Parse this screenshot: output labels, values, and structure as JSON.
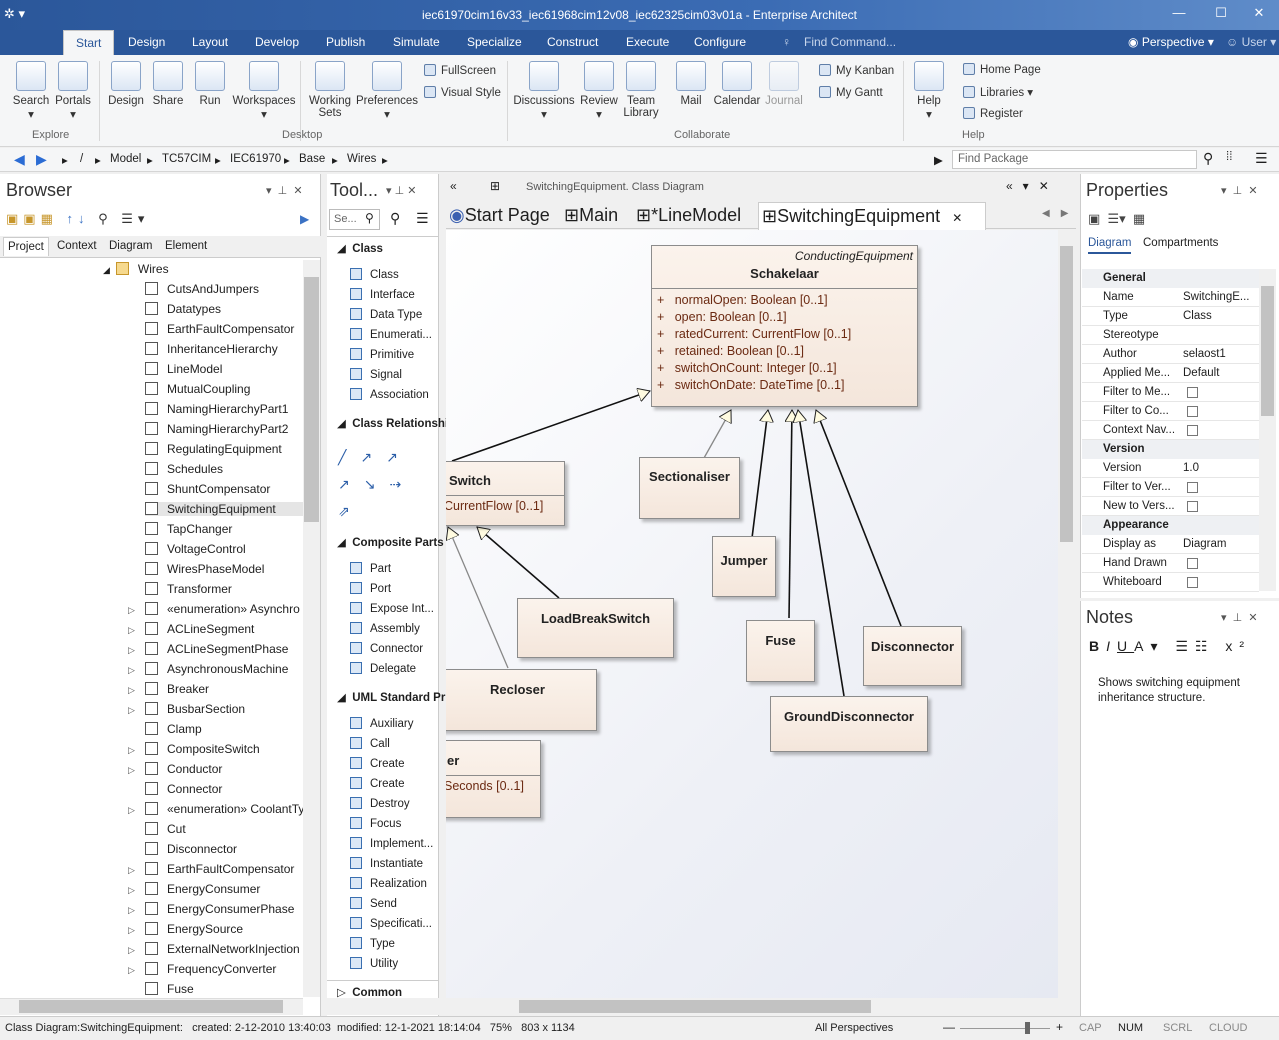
{
  "window": {
    "title": "iec61970cim16v33_iec61968cim12v08_iec62325cim03v01a - Enterprise Architect"
  },
  "ribbon": {
    "tabs": [
      "Start",
      "Design",
      "Layout",
      "Develop",
      "Publish",
      "Simulate",
      "Specialize",
      "Construct",
      "Execute",
      "Configure"
    ],
    "find_command": "Find Command...",
    "perspective": "Perspective",
    "user": "User",
    "buttons": {
      "search": "Search",
      "portals": "Portals",
      "design": "Design",
      "share": "Share",
      "run": "Run",
      "workspaces": "Workspaces",
      "working_sets": "Working Sets",
      "preferences": "Preferences",
      "fullscreen": "FullScreen",
      "visual_style": "Visual Style",
      "discussions": "Discussions",
      "review": "Review",
      "team_library": "Team Library",
      "mail": "Mail",
      "calendar": "Calendar",
      "journal": "Journal",
      "my_kanban": "My Kanban",
      "my_gantt": "My Gantt",
      "help": "Help",
      "home_page": "Home Page",
      "libraries": "Libraries",
      "register": "Register"
    },
    "groups": {
      "explore": "Explore",
      "desktop": "Desktop",
      "collaborate": "Collaborate",
      "help": "Help"
    }
  },
  "navbar": {
    "crumbs": [
      "/",
      "Model",
      "TC57CIM",
      "IEC61970",
      "Base",
      "Wires"
    ],
    "find_package": "Find Package"
  },
  "browser": {
    "title": "Browser",
    "tabs": [
      "Project",
      "Context",
      "Diagram",
      "Element"
    ],
    "folder": "Wires",
    "items": [
      "CutsAndJumpers",
      "Datatypes",
      "EarthFaultCompensator",
      "InheritanceHierarchy",
      "LineModel",
      "MutualCoupling",
      "NamingHierarchyPart1",
      "NamingHierarchyPart2",
      "RegulatingEquipment",
      "Schedules",
      "ShuntCompensator",
      "SwitchingEquipment",
      "TapChanger",
      "VoltageControl",
      "WiresPhaseModel",
      "Transformer",
      "«enumeration» Asynchro",
      "ACLineSegment",
      "ACLineSegmentPhase",
      "AsynchronousMachine",
      "Breaker",
      "BusbarSection",
      "Clamp",
      "CompositeSwitch",
      "Conductor",
      "Connector",
      "«enumeration» CoolantTy",
      "Cut",
      "Disconnector",
      "EarthFaultCompensator",
      "EnergyConsumer",
      "EnergyConsumerPhase",
      "EnergySource",
      "ExternalNetworkInjection",
      "FrequencyConverter",
      "Fuse"
    ]
  },
  "toolbox": {
    "title": "Tool...",
    "search_placeholder": "Se...",
    "sections": {
      "class": "Class",
      "class_rel": "Class Relationshi",
      "composite": "Composite Parts",
      "uml": "UML Standard Pr",
      "common": "Common"
    },
    "class_items": [
      "Class",
      "Interface",
      "Data Type",
      "Enumerati...",
      "Primitive",
      "Signal",
      "Association"
    ],
    "composite_items": [
      "Part",
      "Port",
      "Expose Int...",
      "Assembly",
      "Connector",
      "Delegate"
    ],
    "uml_items": [
      "Auxiliary",
      "Call",
      "Create",
      "Create",
      "Destroy",
      "Focus",
      "Implement...",
      "Instantiate",
      "Realization",
      "Send",
      "Specificati...",
      "Type",
      "Utility"
    ]
  },
  "diagram": {
    "header": "SwitchingEquipment.  Class Diagram",
    "tabs": [
      "Start Page",
      "Main",
      "*LineModel",
      "SwitchingEquipment"
    ],
    "parent": {
      "stereo": "ConductingEquipment",
      "name": "Schakelaar",
      "attrs": [
        "normalOpen: Boolean [0..1]",
        "open: Boolean [0..1]",
        "ratedCurrent: CurrentFlow [0..1]",
        "retained: Boolean [0..1]",
        "switchOnCount: Integer [0..1]",
        "switchOnDate: DateTime [0..1]"
      ],
      "plus": "+"
    },
    "classes": {
      "switch": "Switch",
      "switch_attr": "CurrentFlow [0..1]",
      "sectionaliser": "Sectionaliser",
      "jumper": "Jumper",
      "loadbreak": "LoadBreakSwitch",
      "fuse": "Fuse",
      "disconnector": "Disconnector",
      "recloser": "Recloser",
      "ground": "GroundDisconnector",
      "er": "er",
      "er_attr": "Seconds [0..1]"
    }
  },
  "properties": {
    "title": "Properties",
    "tabs": [
      "Diagram",
      "Compartments"
    ],
    "sections": {
      "general": "General",
      "version": "Version",
      "appearance": "Appearance"
    },
    "rows": {
      "name_k": "Name",
      "name_v": "SwitchingE...",
      "type_k": "Type",
      "type_v": "Class",
      "stereo_k": "Stereotype",
      "author_k": "Author",
      "author_v": "selaost1",
      "applied_k": "Applied Me...",
      "applied_v": "Default",
      "filter_me": "Filter to Me...",
      "filter_co": "Filter to Co...",
      "context_nav": "Context Nav...",
      "version_k": "Version",
      "version_v": "1.0",
      "filter_ver": "Filter to Ver...",
      "new_ver": "New to Vers...",
      "display_k": "Display as",
      "display_v": "Diagram",
      "hand_drawn": "Hand Drawn",
      "whiteboard": "Whiteboard"
    }
  },
  "notes": {
    "title": "Notes",
    "text": "Shows switching equipment inheritance structure."
  },
  "status": {
    "left": "Class Diagram:SwitchingEquipment:   created: 2-12-2010 13:40:03  modified: 12-1-2021 18:14:04   75%   803 x 1134",
    "persp": "All Perspectives",
    "cap": "CAP",
    "num": "NUM",
    "scrl": "SCRL",
    "cloud": "CLOUD"
  }
}
